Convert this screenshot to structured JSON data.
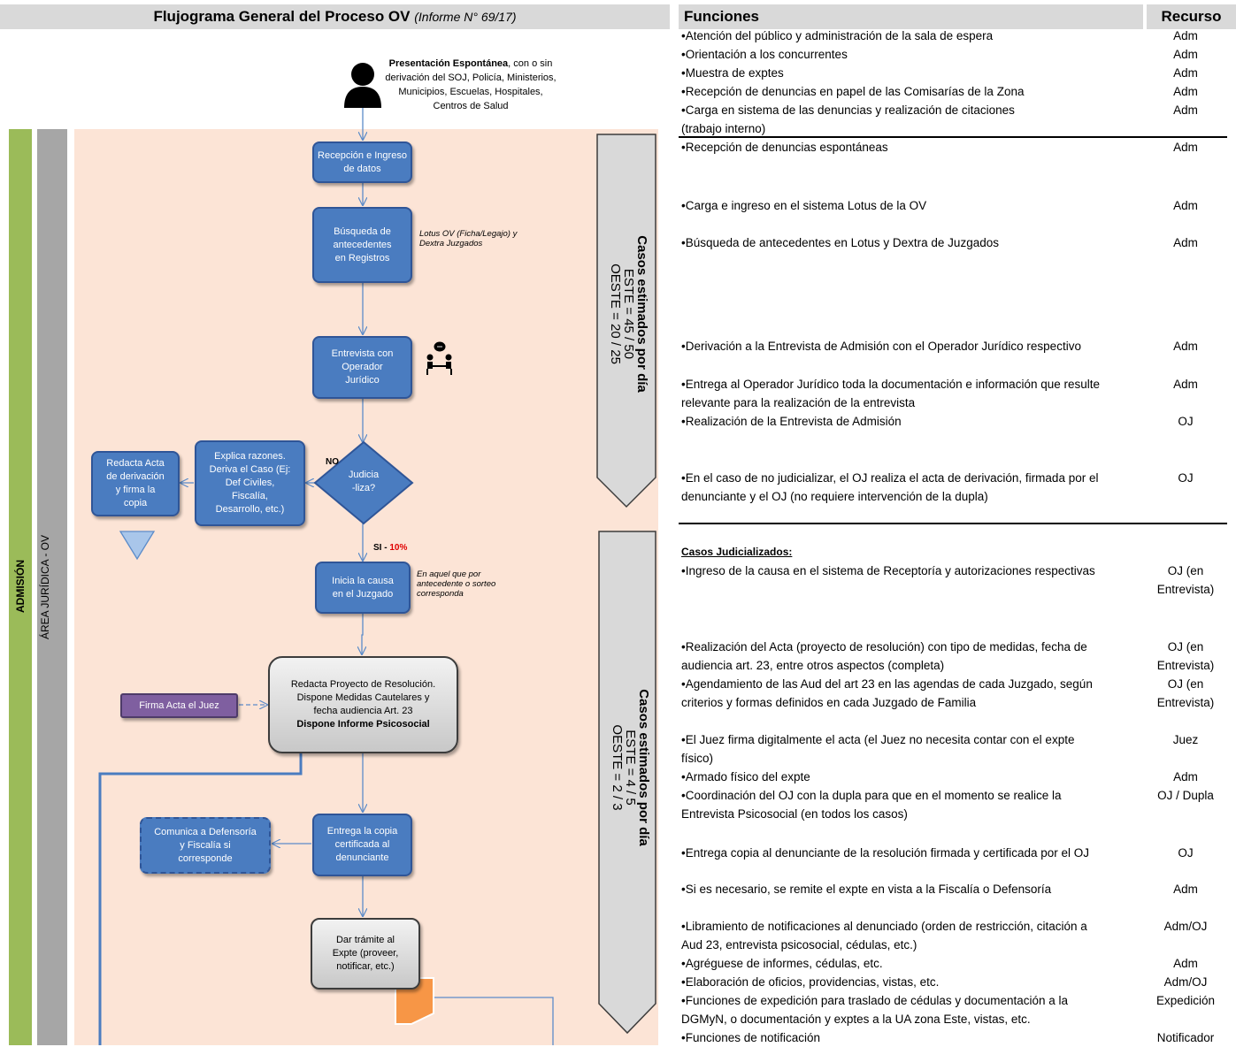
{
  "header": {
    "title": "Flujograma General del Proceso OV",
    "subtitle": "(Informe N° 69/17)",
    "functions_label": "Funciones",
    "resource_label": "Recurso"
  },
  "lanes": {
    "outer": "ADMISIÓN",
    "inner": "ÁREA JURÍDICA - OV"
  },
  "start": {
    "bold": "Presentación Espontánea",
    "text": ", con o sin derivación del SOJ, Policía, Ministerios, Municipios, Escuelas, Hospitales, Centros de Salud"
  },
  "nodes": {
    "recepcion": "Recepción e Ingreso de datos",
    "busqueda": "Búsqueda de antecedentes en Registros",
    "entrevista": "Entrevista con Operador Jurídico",
    "judicializa": "Judicia\n-liza?",
    "explica": "Explica razones. Deriva el Caso (Ej: Def Civiles, Fiscalía, Desarrollo, etc.)",
    "redacta_acta": "Redacta Acta de derivación y firma la copia",
    "inicia": "Inicia la causa en el Juzgado",
    "proyecto_text": "Redacta Proyecto de Resolución. Dispone Medidas Cautelares y fecha audiencia Art. 23",
    "proyecto_bold": "Dispone Informe Psicosocial",
    "firma": "Firma Acta el Juez",
    "comunica": "Comunica a Defensoría y Fiscalía si corresponde",
    "entrega": "Entrega la copia certificada al denunciante",
    "tramite": "Dar trámite al Expte (proveer, notificar, etc.)"
  },
  "notes": {
    "lotus": "Lotus OV (Ficha/Legajo) y Dextra Juzgados",
    "aquel": "En aquel que por antecedente o sorteo corresponda",
    "no": "NO",
    "si": "SI - ",
    "si_pct": "10%"
  },
  "estimates": [
    {
      "title": "Casos estimados por día",
      "este": "ESTE = 45 / 50",
      "oeste": "OESTE = 20 / 25"
    },
    {
      "title": "Casos estimados por día",
      "este": "ESTE = 4 / 5",
      "oeste": "OESTE = 2 / 3"
    }
  ],
  "functions": [
    {
      "text": "•Atención del público y administración de la sala de espera",
      "resource": "Adm"
    },
    {
      "text": "•Orientación a los concurrentes",
      "resource": "Adm"
    },
    {
      "text": "•Muestra de exptes",
      "resource": "Adm"
    },
    {
      "text": "•Recepción de denuncias en papel de las Comisarías de la Zona",
      "resource": "Adm"
    },
    {
      "text": "•Carga en sistema de las denuncias y realización de citaciones",
      "text2": "(trabajo interno)",
      "resource": "Adm"
    },
    {
      "text": "•Recepción de denuncias espontáneas",
      "resource": "Adm"
    },
    {
      "text": "•Carga e ingreso en el sistema Lotus de la OV",
      "resource": "Adm"
    },
    {
      "text": "•Búsqueda de antecedentes en Lotus y Dextra de Juzgados",
      "resource": "Adm"
    },
    {
      "text": "•Derivación a la Entrevista de Admisión con el Operador Jurídico respectivo",
      "resource": "Adm"
    },
    {
      "text": "•Entrega al Operador Jurídico toda la documentación e información que resulte",
      "text2": "relevante para la realización de la entrevista",
      "resource": "Adm"
    },
    {
      "text": "•Realización de la Entrevista de Admisión",
      "resource": "OJ"
    },
    {
      "text": "•En el caso de no judicializar, el OJ realiza el acta de derivación, firmada por el",
      "text2": "denunciante y el OJ (no requiere intervención de la dupla)",
      "resource": "OJ"
    },
    {
      "text": "•Ingreso de la causa en el sistema de Receptoría y autorizaciones respectivas",
      "resource": "OJ (en",
      "resource2": "Entrevista)"
    },
    {
      "text": "•Realización del Acta (proyecto de resolución) con tipo de medidas, fecha de",
      "text2": "audiencia art. 23, entre otros aspectos (completa)",
      "resource": "OJ (en",
      "resource2": "Entrevista)"
    },
    {
      "text": "•Agendamiento de las Aud del art 23 en las agendas de cada Juzgado, según",
      "text2": "criterios y formas definidos en cada Juzgado de Familia",
      "resource": "OJ (en",
      "resource2": "Entrevista)"
    },
    {
      "text": "•El Juez firma digitalmente el acta (el Juez no necesita contar con el expte",
      "text2": "físico)",
      "resource": "Juez"
    },
    {
      "text": "•Armado físico del expte",
      "resource": "Adm"
    },
    {
      "text": "•Coordinación del OJ con la dupla para que en el momento se realice la",
      "text2": "Entrevista Psicosocial (en todos los casos)",
      "resource": "OJ / Dupla"
    },
    {
      "text": "•Entrega copia al denunciante de la resolución firmada y certificada por el OJ",
      "resource": "OJ"
    },
    {
      "text": "•Si es necesario, se remite el expte en vista a la Fiscalía o Defensoría",
      "resource": "Adm"
    },
    {
      "text": "•Libramiento de notificaciones al denunciado (orden de restricción, citación a",
      "text2": "Aud 23, entrevista psicosocial, cédulas, etc.)",
      "resource": "Adm/OJ"
    },
    {
      "text": "•Agréguese de informes, cédulas, etc.",
      "resource": "Adm"
    },
    {
      "text": "•Elaboración de oficios, providencias, vistas, etc.",
      "resource": "Adm/OJ"
    },
    {
      "text": "•Funciones de expedición para traslado de cédulas y documentación a la",
      "text2": "DGMyN, o documentación y exptes a la UA zona Este, vistas, etc.",
      "resource": "Expedición"
    },
    {
      "text": "•Funciones de notificación",
      "resource": "Notificador"
    }
  ],
  "judicializados_label": "Casos Judicializados:",
  "colors": {
    "node_blue": "#4a7cc0",
    "lane_green": "#9bbb59",
    "lane_gray": "#a6a6a6",
    "lane_bg": "#fce4d6",
    "header_gray": "#d9d9d9"
  }
}
